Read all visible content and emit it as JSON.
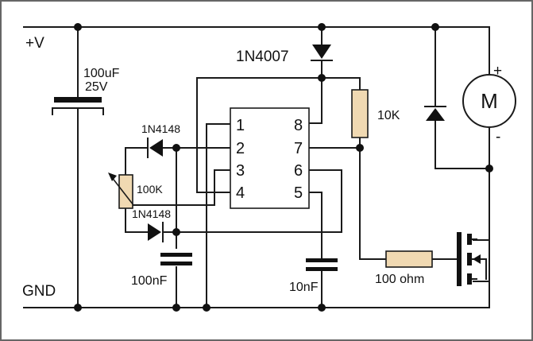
{
  "labels": {
    "supply": "+V",
    "ground": "GND",
    "cap_bulk_value": "100uF",
    "cap_bulk_voltage": "25V",
    "diode_supply": "1N4007",
    "resistor_pullup": "10K",
    "pot": "100K",
    "diode_top": "1N4148",
    "diode_bottom": "1N4148",
    "cap_timing": "100nF",
    "cap_ctrl": "10nF",
    "resistor_gate": "100 ohm",
    "motor": "M",
    "motor_plus": "+",
    "motor_minus": "-"
  },
  "ic": {
    "pins_left": [
      "1",
      "2",
      "3",
      "4"
    ],
    "pins_right": [
      "8",
      "7",
      "6",
      "5"
    ]
  },
  "colors": {
    "resistor_fill": "#f0d9b2",
    "wire": "#1a1a1a",
    "frame": "#666666"
  }
}
